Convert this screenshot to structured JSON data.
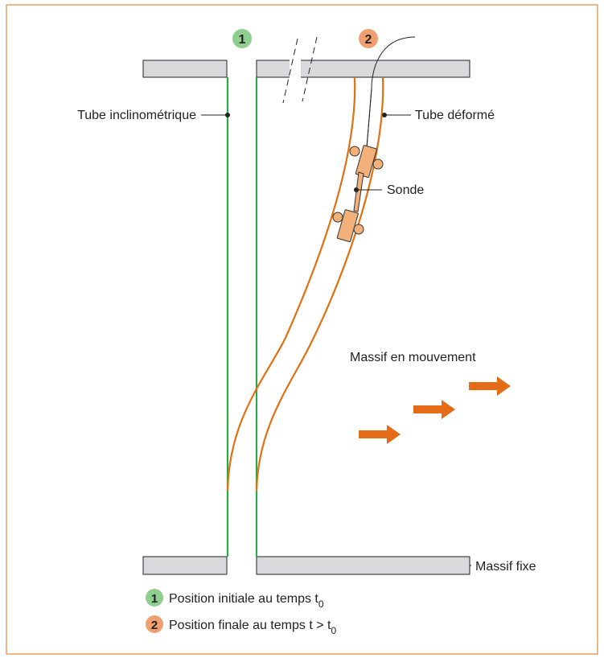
{
  "labels": {
    "marker_1": "1",
    "marker_2": "2",
    "tube_initial": "Tube inclinométrique",
    "tube_deformed": "Tube déformé",
    "probe": "Sonde",
    "moving_mass": "Massif en mouvement",
    "fixed_mass": "Massif fixe"
  },
  "legend": [
    {
      "marker": "1",
      "text": "Position initiale au temps t",
      "subscript": "0"
    },
    {
      "marker": "2",
      "text": "Position finale au temps t > t",
      "subscript": "0"
    }
  ],
  "colors": {
    "frame_border": "#e8a060",
    "initial_tube": "#2aa84a",
    "deformed_tube": "#e07010",
    "marker_1_fill": "#8fce8f",
    "marker_2_fill": "#f0a070",
    "ground_fill": "#d9d9db",
    "probe_fill": "#f2b07a",
    "arrow": "#e46c17"
  }
}
